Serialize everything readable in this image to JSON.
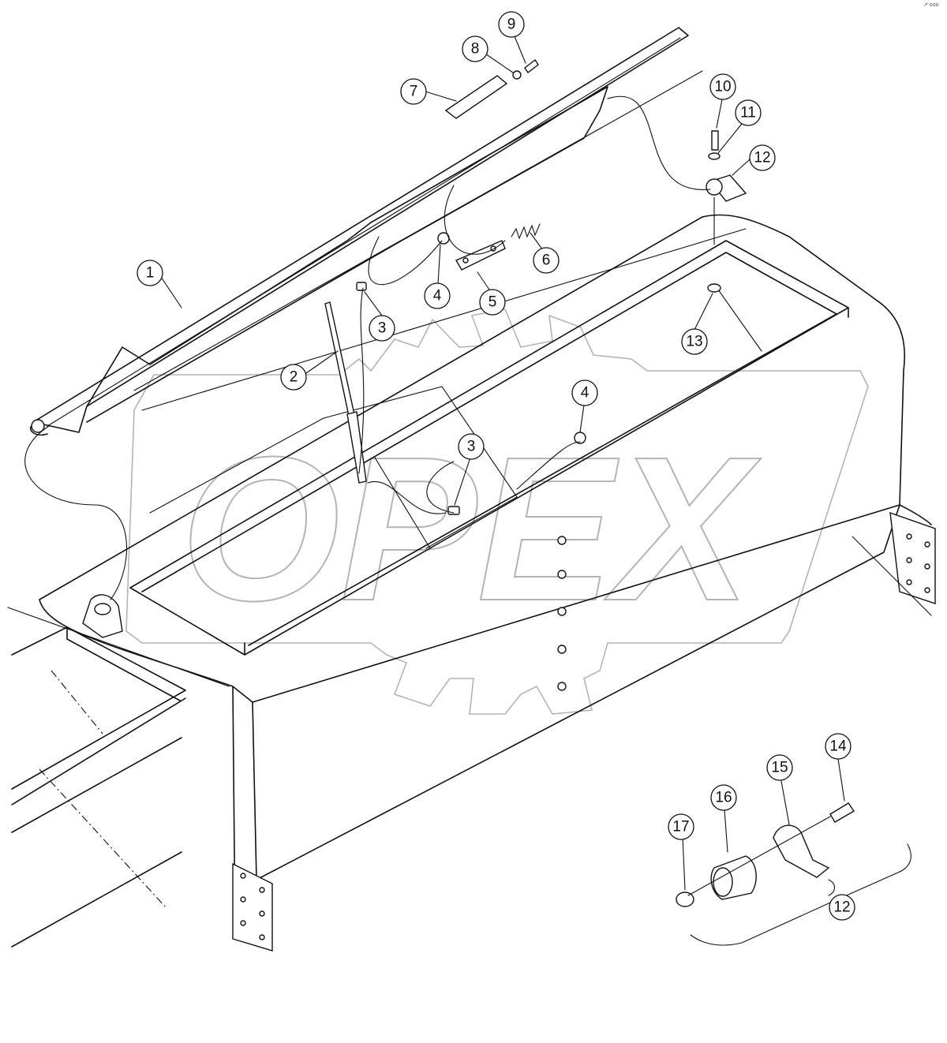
{
  "watermark": {
    "text": "OPEX"
  },
  "corner_mark": "↗ ooo",
  "callouts": [
    {
      "id": "c1",
      "label": "1"
    },
    {
      "id": "c2",
      "label": "2"
    },
    {
      "id": "c3a",
      "label": "3"
    },
    {
      "id": "c3b",
      "label": "3"
    },
    {
      "id": "c4a",
      "label": "4"
    },
    {
      "id": "c4b",
      "label": "4"
    },
    {
      "id": "c5",
      "label": "5"
    },
    {
      "id": "c6",
      "label": "6"
    },
    {
      "id": "c7",
      "label": "7"
    },
    {
      "id": "c8",
      "label": "8"
    },
    {
      "id": "c9",
      "label": "9"
    },
    {
      "id": "c10",
      "label": "10"
    },
    {
      "id": "c11",
      "label": "11"
    },
    {
      "id": "c12a",
      "label": "12"
    },
    {
      "id": "c12b",
      "label": "12"
    },
    {
      "id": "c13",
      "label": "13"
    },
    {
      "id": "c14",
      "label": "14"
    },
    {
      "id": "c15",
      "label": "15"
    },
    {
      "id": "c16",
      "label": "16"
    },
    {
      "id": "c17",
      "label": "17"
    }
  ]
}
